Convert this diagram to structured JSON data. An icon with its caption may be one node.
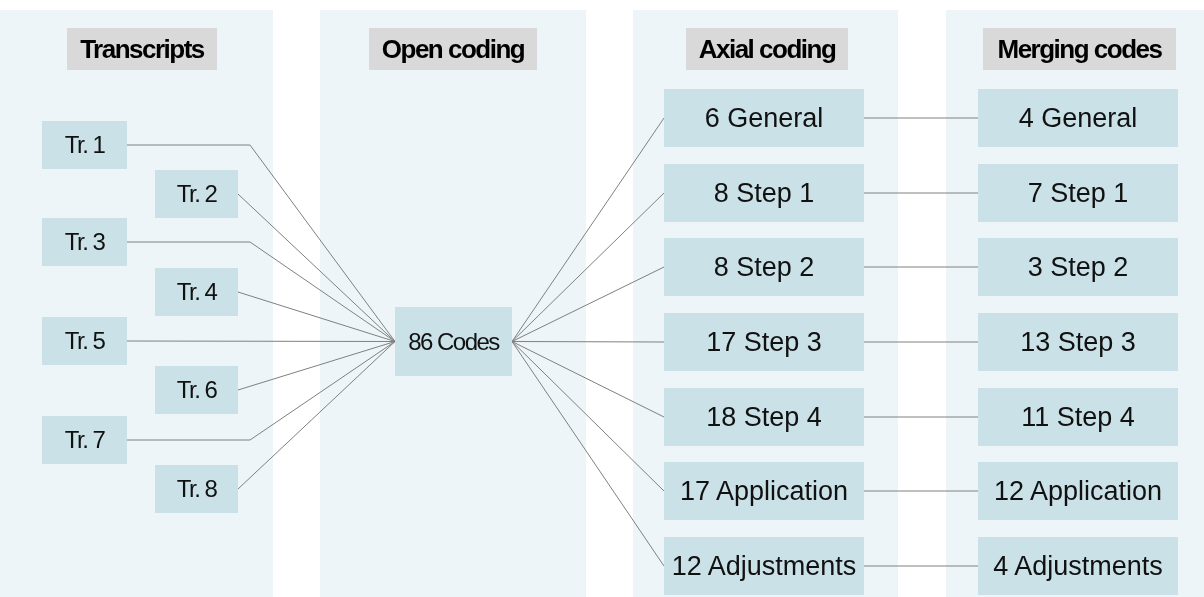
{
  "diagram": {
    "nodes": [
      {
        "text": [
          "Transcripts"
        ]
      },
      {
        "text": [
          "Tr. 1"
        ],
        "in": 0
      },
      {
        "text": [
          "Tr. 2"
        ],
        "in": 0
      },
      {
        "text": [
          "Tr. 3"
        ],
        "in": 0
      },
      {
        "text": [
          "Tr. 4"
        ],
        "in": 0
      },
      {
        "text": [
          "Tr. 5"
        ],
        "in": 0
      },
      {
        "text": [
          "Tr. 6"
        ],
        "in": 0
      },
      {
        "text": [
          "Tr. 7"
        ],
        "in": 0
      },
      {
        "text": [
          "Tr. 8"
        ],
        "in": 0
      },
      {
        "text": [
          "Open coding"
        ]
      },
      {
        "text": [
          "86 Codes"
        ],
        "in": 9
      },
      {
        "text": [
          "Axial coding"
        ]
      },
      {
        "text": [
          "6 General"
        ],
        "in": 11
      },
      {
        "text": [
          "8 Step 1"
        ],
        "in": 11
      },
      {
        "text": [
          "8 Step 2"
        ],
        "in": 11
      },
      {
        "text": [
          "17 Step 3"
        ],
        "in": 11
      },
      {
        "text": [
          "18 Step 4"
        ],
        "in": 11
      },
      {
        "text": [
          "17 Application"
        ],
        "in": 11
      },
      {
        "text": [
          "12 Adjustments"
        ],
        "in": 11
      },
      {
        "text": [
          "Merging codes"
        ]
      },
      {
        "text": [
          "4 General"
        ],
        "in": 19
      },
      {
        "text": [
          "7 Step 1"
        ],
        "in": 19
      },
      {
        "text": [
          "3 Step 2"
        ],
        "in": 19
      },
      {
        "text": [
          "13 Step 3"
        ],
        "in": 19
      },
      {
        "text": [
          "11 Step 4"
        ],
        "in": 19
      },
      {
        "text": [
          "12 Application"
        ],
        "in": 19
      },
      {
        "text": [
          "4 Adjustments"
        ],
        "in": 19
      }
    ],
    "edges": [
      {
        "from": 1,
        "to": 10,
        "arrow": "none"
      },
      {
        "from": 2,
        "to": 10,
        "arrow": "none"
      },
      {
        "from": 3,
        "to": 10,
        "arrow": "none"
      },
      {
        "from": 4,
        "to": 10,
        "arrow": "none"
      },
      {
        "from": 5,
        "to": 10,
        "arrow": "none"
      },
      {
        "from": 6,
        "to": 10,
        "arrow": "none"
      },
      {
        "from": 7,
        "to": 10,
        "arrow": "none"
      },
      {
        "from": 8,
        "to": 10,
        "arrow": "none"
      },
      {
        "from": 10,
        "to": 12,
        "arrow": "none"
      },
      {
        "from": 10,
        "to": 13,
        "arrow": "none"
      },
      {
        "from": 10,
        "to": 14,
        "arrow": "none"
      },
      {
        "from": 10,
        "to": 15,
        "arrow": "none"
      },
      {
        "from": 10,
        "to": 16,
        "arrow": "none"
      },
      {
        "from": 10,
        "to": 17,
        "arrow": "none"
      },
      {
        "from": 10,
        "to": 18,
        "arrow": "none"
      },
      {
        "from": 12,
        "to": 20,
        "arrow": "none"
      },
      {
        "from": 13,
        "to": 21,
        "arrow": "none"
      },
      {
        "from": 14,
        "to": 22,
        "arrow": "none"
      },
      {
        "from": 15,
        "to": 23,
        "arrow": "none"
      },
      {
        "from": 16,
        "to": 24,
        "arrow": "none"
      },
      {
        "from": 17,
        "to": 25,
        "arrow": "none"
      },
      {
        "from": 18,
        "to": 26,
        "arrow": "none"
      }
    ]
  }
}
